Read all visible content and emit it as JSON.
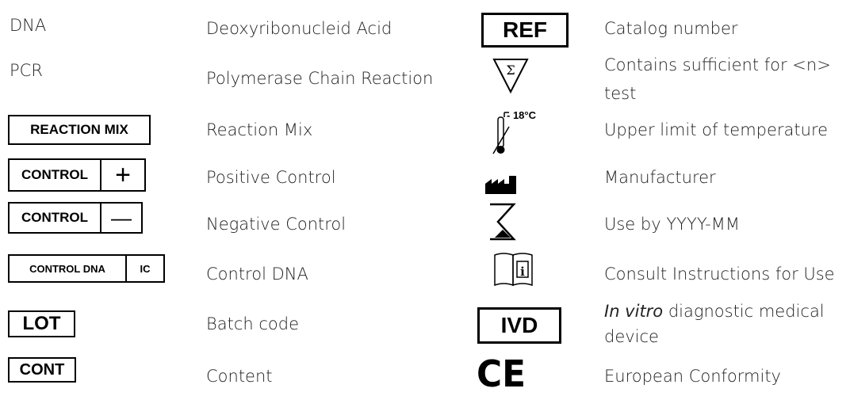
{
  "left_rows": [
    {
      "symbol": "DNA",
      "desc": "Deoxyribonucleid Acid"
    },
    {
      "symbol": "PCR",
      "desc": "Polymerase Chain Reaction"
    },
    {
      "symbol": "REACTION MIX",
      "desc": "Reaction Mix"
    },
    {
      "symbol": "CONTROL",
      "symbol_suffix": "+",
      "desc": "Positive Control"
    },
    {
      "symbol": "CONTROL",
      "symbol_suffix": "—",
      "desc": "Negative Control"
    },
    {
      "symbol": "CONTROL DNA",
      "symbol_suffix": "IC",
      "desc": "Control DNA"
    },
    {
      "symbol": "LOT",
      "desc": "Batch code"
    },
    {
      "symbol": "CONT",
      "desc": "Content"
    }
  ],
  "right_rows": [
    {
      "symbol": "REF",
      "desc": "Catalog number"
    },
    {
      "symbol": "Σ",
      "desc_line1": "Contains sufficient for <n>",
      "desc_line2": "test"
    },
    {
      "symbol": "- 18°C",
      "desc": "Upper limit of temperature"
    },
    {
      "symbol_icon": "factory-icon",
      "desc": "Manufacturer"
    },
    {
      "symbol_icon": "hourglass-icon",
      "desc": "Use by YYYY-MM"
    },
    {
      "symbol": "i",
      "symbol_icon": "instructions-book-icon",
      "desc": "Consult Instructions for Use"
    },
    {
      "symbol": "IVD",
      "desc_italic": "In vitro",
      "desc_rest": " diagnostic medical",
      "desc_line2": "device"
    },
    {
      "symbol": "CE",
      "desc": "European Conformity"
    }
  ]
}
